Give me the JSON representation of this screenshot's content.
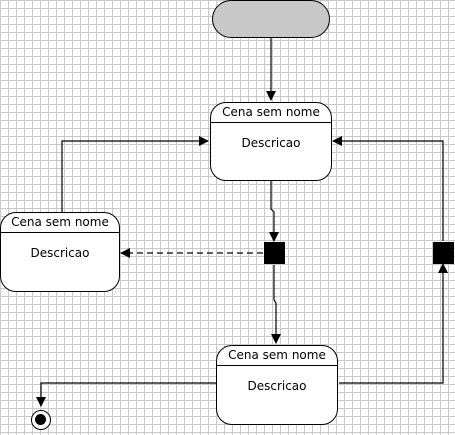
{
  "diagram": {
    "colors": {
      "grid_line": "#c9c9c9",
      "start_fill": "#c8c8c8",
      "line": "#000000",
      "junction": "#000000"
    },
    "scenes": [
      {
        "id": "scene-top",
        "title": "Cena sem nome",
        "description": "Descricao"
      },
      {
        "id": "scene-left",
        "title": "Cena sem nome",
        "description": "Descricao"
      },
      {
        "id": "scene-bottom",
        "title": "Cena sem nome",
        "description": "Descricao"
      }
    ],
    "connections": [
      {
        "from": "start",
        "to": "scene-top",
        "style": "solid"
      },
      {
        "from": "scene-top",
        "to": "junction-center",
        "style": "solid"
      },
      {
        "from": "junction-center",
        "to": "scene-left",
        "style": "dashed"
      },
      {
        "from": "junction-center",
        "to": "scene-bottom",
        "style": "solid"
      },
      {
        "from": "scene-left",
        "to": "scene-top",
        "style": "solid"
      },
      {
        "from": "scene-bottom",
        "to": "junction-right",
        "style": "solid"
      },
      {
        "from": "junction-right",
        "to": "scene-top",
        "style": "solid"
      },
      {
        "from": "scene-bottom",
        "to": "final",
        "style": "solid"
      }
    ]
  }
}
